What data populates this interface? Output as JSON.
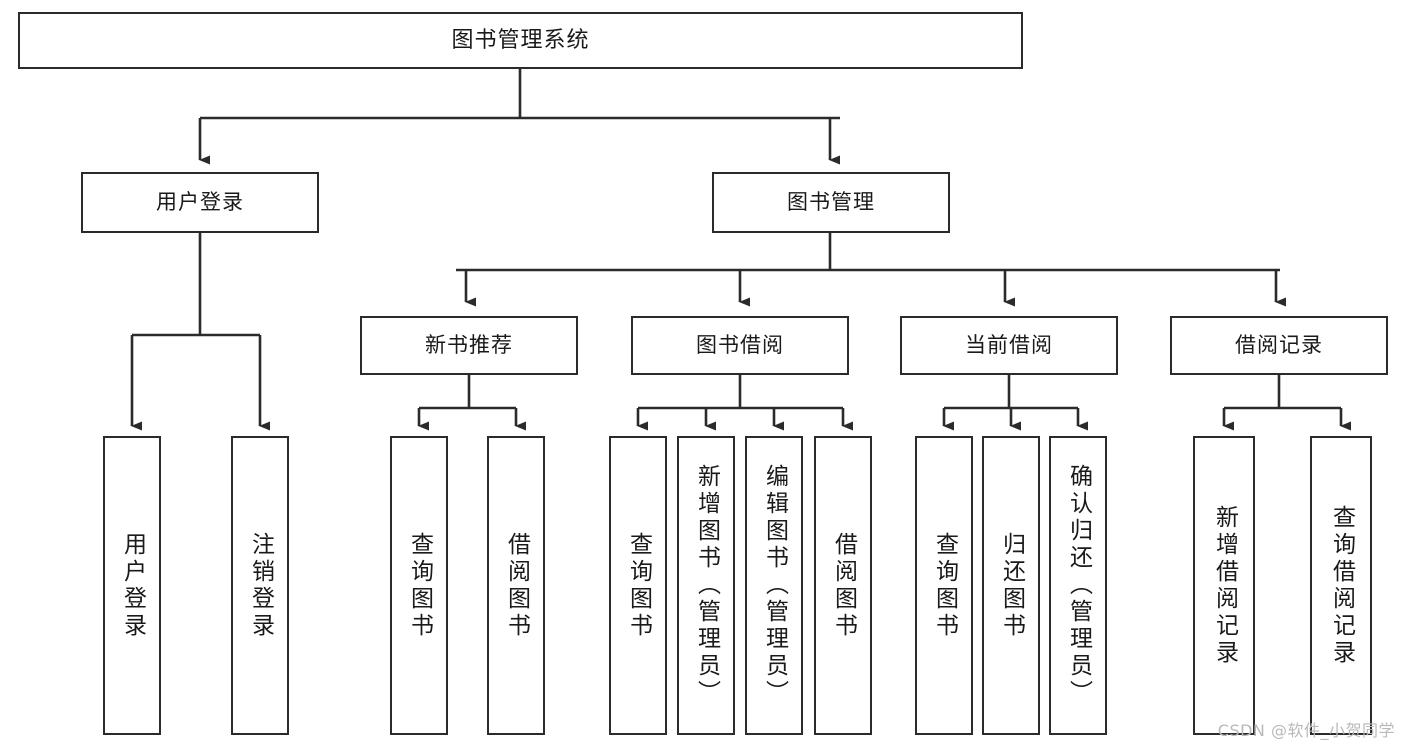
{
  "diagram": {
    "type": "tree-hierarchy",
    "title": "图书管理系统",
    "watermark": "CSDN @软件_小贺同学",
    "colors": {
      "box_border": "#2b2b2b",
      "box_fill": "#ffffff",
      "connector": "#2b2b2b",
      "text": "#1a1a1a",
      "watermark": "#b9b9b9",
      "background": "#ffffff"
    },
    "nodes": {
      "root": {
        "label": "图书管理系统",
        "level": 1,
        "orientation": "horizontal"
      },
      "n_user_login": {
        "label": "用户登录",
        "level": 2,
        "orientation": "horizontal"
      },
      "n_book_mgmt": {
        "label": "图书管理",
        "level": 2,
        "orientation": "horizontal"
      },
      "n_new_book_rec": {
        "label": "新书推荐",
        "level": 3,
        "orientation": "horizontal"
      },
      "n_book_borrow": {
        "label": "图书借阅",
        "level": 3,
        "orientation": "horizontal"
      },
      "n_current_borrow": {
        "label": "当前借阅",
        "level": 3,
        "orientation": "horizontal"
      },
      "n_borrow_record": {
        "label": "借阅记录",
        "level": 3,
        "orientation": "horizontal"
      },
      "l_user_login": {
        "label": "用户登录",
        "level": 4,
        "orientation": "vertical"
      },
      "l_logout": {
        "label": "注销登录",
        "level": 4,
        "orientation": "vertical"
      },
      "l_query_book_1": {
        "label": "查询图书",
        "level": 4,
        "orientation": "vertical"
      },
      "l_borrow_book_1": {
        "label": "借阅图书",
        "level": 4,
        "orientation": "vertical"
      },
      "l_query_book_2": {
        "label": "查询图书",
        "level": 4,
        "orientation": "vertical"
      },
      "l_add_book": {
        "label": "新增图书（管理员）",
        "level": 4,
        "orientation": "vertical"
      },
      "l_edit_book": {
        "label": "编辑图书（管理员）",
        "level": 4,
        "orientation": "vertical"
      },
      "l_borrow_book_2": {
        "label": "借阅图书",
        "level": 4,
        "orientation": "vertical"
      },
      "l_query_book_3": {
        "label": "查询图书",
        "level": 4,
        "orientation": "vertical"
      },
      "l_return_book": {
        "label": "归还图书",
        "level": 4,
        "orientation": "vertical"
      },
      "l_confirm_return": {
        "label": "确认归还（管理员）",
        "level": 4,
        "orientation": "vertical"
      },
      "l_add_record": {
        "label": "新增借阅记录",
        "level": 4,
        "orientation": "vertical"
      },
      "l_query_record": {
        "label": "查询借阅记录",
        "level": 4,
        "orientation": "vertical"
      }
    },
    "edges": [
      {
        "from": "root",
        "to": "n_user_login"
      },
      {
        "from": "root",
        "to": "n_book_mgmt"
      },
      {
        "from": "n_user_login",
        "to": "l_user_login"
      },
      {
        "from": "n_user_login",
        "to": "l_logout"
      },
      {
        "from": "n_book_mgmt",
        "to": "n_new_book_rec"
      },
      {
        "from": "n_book_mgmt",
        "to": "n_book_borrow"
      },
      {
        "from": "n_book_mgmt",
        "to": "n_current_borrow"
      },
      {
        "from": "n_book_mgmt",
        "to": "n_borrow_record"
      },
      {
        "from": "n_new_book_rec",
        "to": "l_query_book_1"
      },
      {
        "from": "n_new_book_rec",
        "to": "l_borrow_book_1"
      },
      {
        "from": "n_book_borrow",
        "to": "l_query_book_2"
      },
      {
        "from": "n_book_borrow",
        "to": "l_add_book"
      },
      {
        "from": "n_book_borrow",
        "to": "l_edit_book"
      },
      {
        "from": "n_book_borrow",
        "to": "l_borrow_book_2"
      },
      {
        "from": "n_current_borrow",
        "to": "l_query_book_3"
      },
      {
        "from": "n_current_borrow",
        "to": "l_return_book"
      },
      {
        "from": "n_current_borrow",
        "to": "l_confirm_return"
      },
      {
        "from": "n_borrow_record",
        "to": "l_add_record"
      },
      {
        "from": "n_borrow_record",
        "to": "l_query_record"
      }
    ]
  }
}
